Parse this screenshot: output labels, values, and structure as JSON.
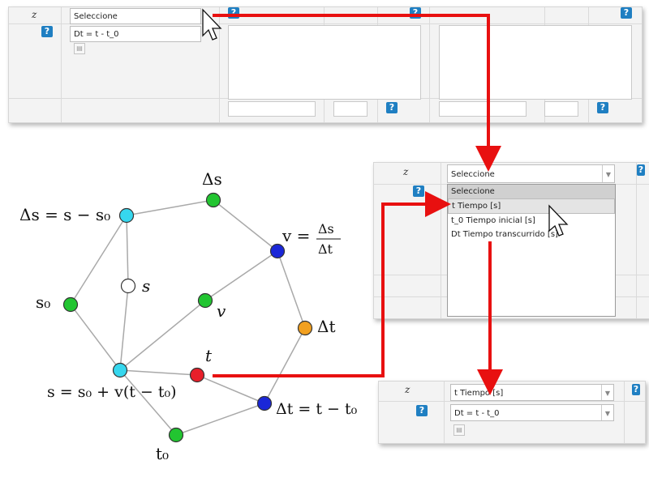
{
  "panel_top": {
    "var_label": "z",
    "select_value": "Seleccione",
    "formula": "Dt = t - t_0",
    "help_glyph": "?"
  },
  "panel_dropdown": {
    "var_label": "z",
    "select_value": "Seleccione",
    "options": [
      "Seleccione",
      "t Tiempo [s]",
      "t_0 Tiempo inicial [s]",
      "Dt Tiempo transcurrido [s]"
    ],
    "highlighted_index": 1
  },
  "panel_result": {
    "var_label": "z",
    "select_value": "t Tiempo [s]",
    "formula": "Dt = t - t_0"
  },
  "graph": {
    "nodes": [
      {
        "id": "ds_eq",
        "label": "Δs = s − s₀",
        "color": "#36d7ee"
      },
      {
        "id": "ds",
        "label": "Δs",
        "color": "#22c531"
      },
      {
        "id": "v_eq",
        "label": "v = Δs / Δt",
        "color": "#1a27d8"
      },
      {
        "id": "s",
        "label": "s",
        "color": "#ffffff"
      },
      {
        "id": "v",
        "label": "v",
        "color": "#22c531"
      },
      {
        "id": "dt",
        "label": "Δt",
        "color": "#f2a01f"
      },
      {
        "id": "s0",
        "label": "s₀",
        "color": "#22c531"
      },
      {
        "id": "s_eq",
        "label": "s = s₀ + v(t − t₀)",
        "color": "#36d7ee"
      },
      {
        "id": "t",
        "label": "t",
        "color": "#e81f2a"
      },
      {
        "id": "dt_eq",
        "label": "Δt = t − t₀",
        "color": "#1a27d8"
      },
      {
        "id": "t0",
        "label": "t₀",
        "color": "#22c531"
      }
    ]
  },
  "colors": {
    "arrow": "#e81010",
    "help": "#1f7fc2",
    "edge": "#a9a9a9"
  },
  "icons": [
    "help-icon",
    "cursor-icon",
    "doc-icon",
    "chevron-down-icon"
  ]
}
